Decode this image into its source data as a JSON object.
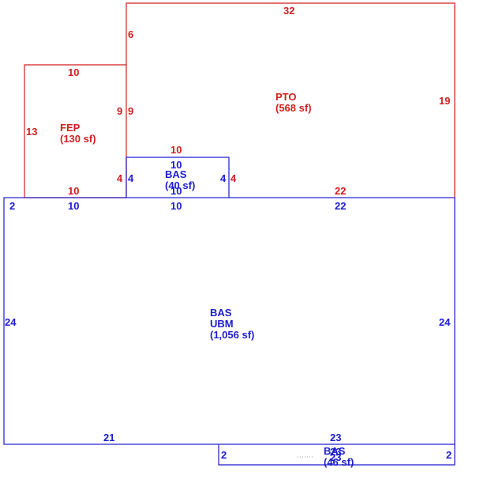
{
  "colors": {
    "red": "#d21e1e",
    "blue": "#1c1cd0"
  },
  "pto": {
    "code": "PTO",
    "area": "(568 sf)",
    "top": "32",
    "left": "6",
    "right": "19",
    "bottom": "22",
    "left_lower": "9"
  },
  "fep": {
    "code": "FEP",
    "area": "(130 sf)",
    "top": "10",
    "left": "13",
    "right": "9",
    "bottom": "10"
  },
  "bas_small": {
    "code": "BAS",
    "area": "(40 sf)",
    "top_outer": "10",
    "top_inner": "10",
    "left_outer": "4",
    "left_inner": "4",
    "right_inner": "4",
    "right_outer": "4",
    "bottom_inner": "10"
  },
  "bas_main": {
    "code": "BAS",
    "code2": "UBM",
    "area": "(1,056 sf)",
    "top_left": "10",
    "top_mid": "10",
    "top_right": "22",
    "left_top": "2",
    "left": "24",
    "right": "24",
    "bottom_left": "21",
    "bottom_right": "23"
  },
  "bas_bottom": {
    "code": "BAS",
    "area": "(46 sf)",
    "left": "2",
    "right": "2",
    "top": "23",
    "bottom": "23"
  }
}
